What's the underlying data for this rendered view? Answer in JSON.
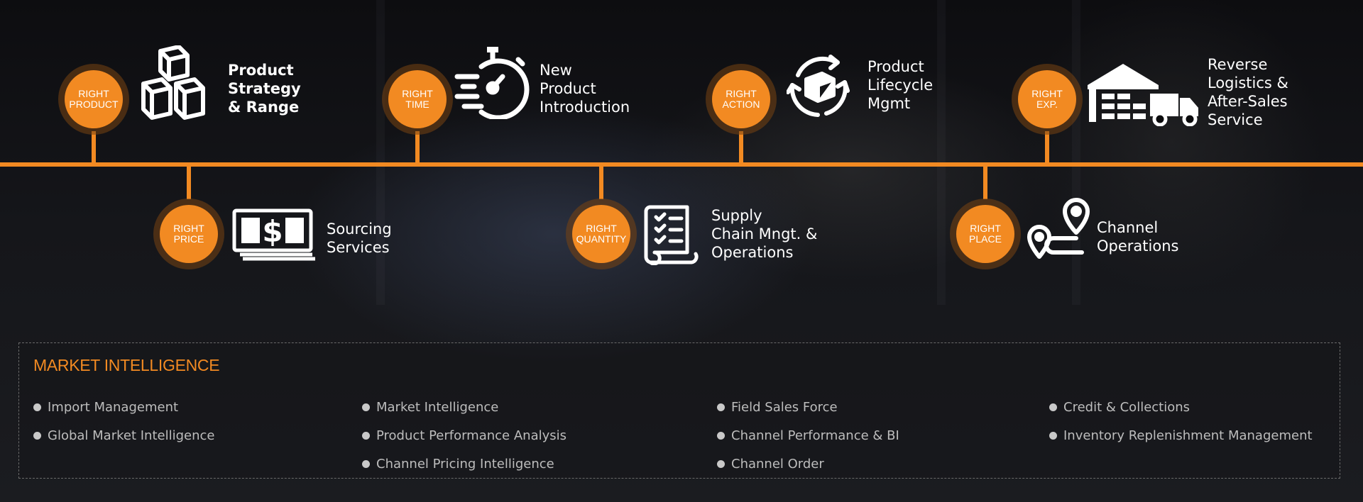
{
  "nodes": [
    {
      "badge": "RIGHT\nPRODUCT",
      "label": "Product\nStrategy\n& Range",
      "icon": "boxes-icon"
    },
    {
      "badge": "RIGHT\nPRICE",
      "label": "Sourcing\nServices",
      "icon": "money-stack-icon"
    },
    {
      "badge": "RIGHT\nTIME",
      "label": "New\nProduct\nIntroduction",
      "icon": "stopwatch-icon"
    },
    {
      "badge": "RIGHT\nQUANTITY",
      "label": "Supply\nChain Mngt. &\nOperations",
      "icon": "checklist-scroll-icon"
    },
    {
      "badge": "RIGHT\nACTION",
      "label": "Product\nLifecycle\nMgmt",
      "icon": "box-cycle-icon"
    },
    {
      "badge": "RIGHT\nPLACE",
      "label": "Channel\nOperations",
      "icon": "route-pins-icon"
    },
    {
      "badge": "RIGHT\nEXP.",
      "label": "Reverse\nLogistics &\nAfter-Sales\nService",
      "icon": "warehouse-truck-icon"
    }
  ],
  "market_intelligence": {
    "title": "MARKET INTELLIGENCE",
    "columns": [
      [
        "Import Management",
        "Global Market Intelligence"
      ],
      [
        "Market Intelligence",
        "Product Performance Analysis",
        "Channel Pricing Intelligence"
      ],
      [
        "Field Sales Force",
        "Channel Performance & BI",
        "Channel Order"
      ],
      [
        "Credit & Collections",
        "Inventory Replenishment Management"
      ]
    ]
  },
  "colors": {
    "accent": "#f28a22",
    "background": "#0b0b0d",
    "list_text": "#bdbdbd"
  }
}
